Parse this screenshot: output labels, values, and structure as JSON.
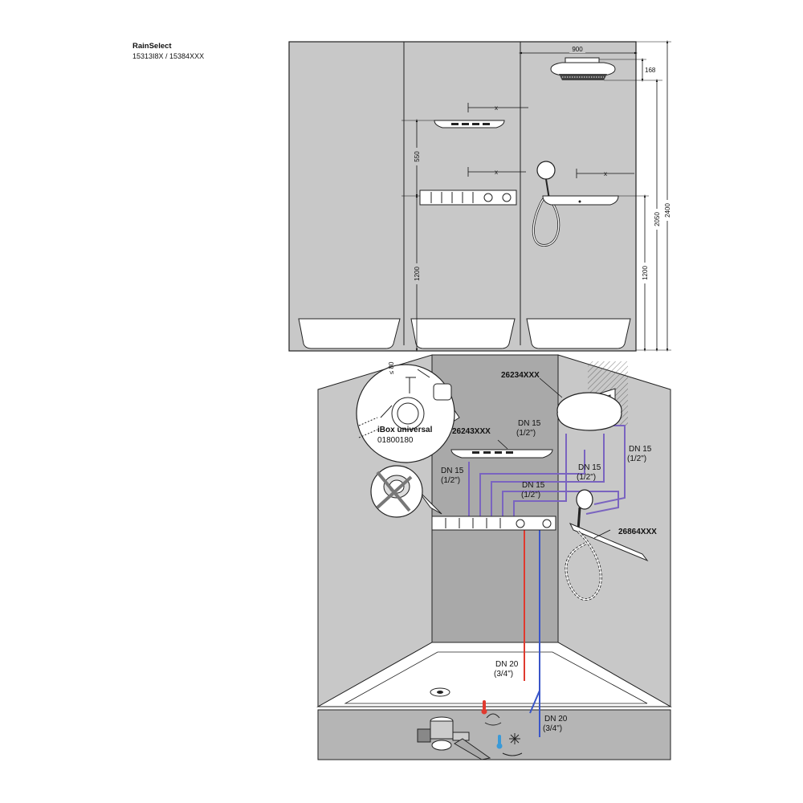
{
  "header": {
    "product_name": "RainSelect",
    "article_numbers": "15313I8X / 15384XXX"
  },
  "elevation": {
    "dim_width": "900",
    "dim_overhead_height": "168",
    "dim_spacing_x_1": "x",
    "dim_spacing_x_2": "x",
    "dim_spacing_x_3": "x",
    "dim_vertical_spacing": "550",
    "dim_mixer_height_left": "1200",
    "dim_mixer_height_right": "1200",
    "dim_overhead_total": "2050",
    "dim_ceiling": "2400"
  },
  "installation": {
    "overhead_shower_code": "26234XXX",
    "shelf_code": "26243XXX",
    "hand_shower_holder_code": "26864XXX",
    "ibox_label": "iBox universal",
    "ibox_code": "01800180",
    "ibox_dim": "≤ 80",
    "dn15_a_line1": "DN 15",
    "dn15_a_line2": "(1/2\")",
    "dn15_b_line1": "DN 15",
    "dn15_b_line2": "(1/2\")",
    "dn15_c_line1": "DN 15",
    "dn15_c_line2": "(1/2\")",
    "dn15_d_line1": "DN 15",
    "dn15_d_line2": "(1/2\")",
    "dn15_e_line1": "DN 15",
    "dn15_e_line2": "(1/2\")",
    "dn20_a_line1": "DN 20",
    "dn20_a_line2": "(3/4\")",
    "dn20_b_line1": "DN 20",
    "dn20_b_line2": "(3/4\")"
  },
  "colors": {
    "wall": "#c8c8c8",
    "wall_dark": "#a9a9a9",
    "floor": "#b5b5b5",
    "pipe_purple": "#7a64c0",
    "pipe_hot": "#e03a2f",
    "pipe_cold": "#3a56c8"
  },
  "icons": [
    "thermometer-hot-icon",
    "thermometer-cold-icon",
    "water-basin-icon",
    "snowflake-icon",
    "drain-trap-icon",
    "shower-head-icon"
  ]
}
